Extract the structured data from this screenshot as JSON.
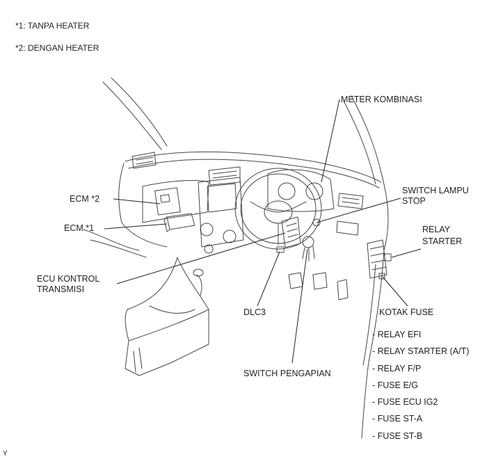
{
  "notes": [
    "*1: TANPA HEATER",
    "*2: DENGAN HEATER"
  ],
  "labels": {
    "meter": "METER KOMBINASI",
    "switch_lampu_1": "SWITCH LAMPU",
    "switch_lampu_2": "STOP",
    "relay_starter_1": "RELAY",
    "relay_starter_2": "STARTER",
    "ecm2": "ECM *2",
    "ecm1": "ECM *1",
    "ecu_1": "ECU KONTROL",
    "ecu_2": "TRANSMISI",
    "dlc3": "DLC3",
    "kotak_fuse": "KOTAK FUSE",
    "switch_pengapian": "SWITCH PENGAPIAN"
  },
  "fuse_items": [
    "- RELAY EFI",
    "- RELAY STARTER (A/T)",
    "- RELAY F/P",
    "- FUSE E/G",
    "- FUSE ECU IG2",
    "- FUSE ST-A",
    "- FUSE ST-B"
  ],
  "corner_mark": "Y"
}
